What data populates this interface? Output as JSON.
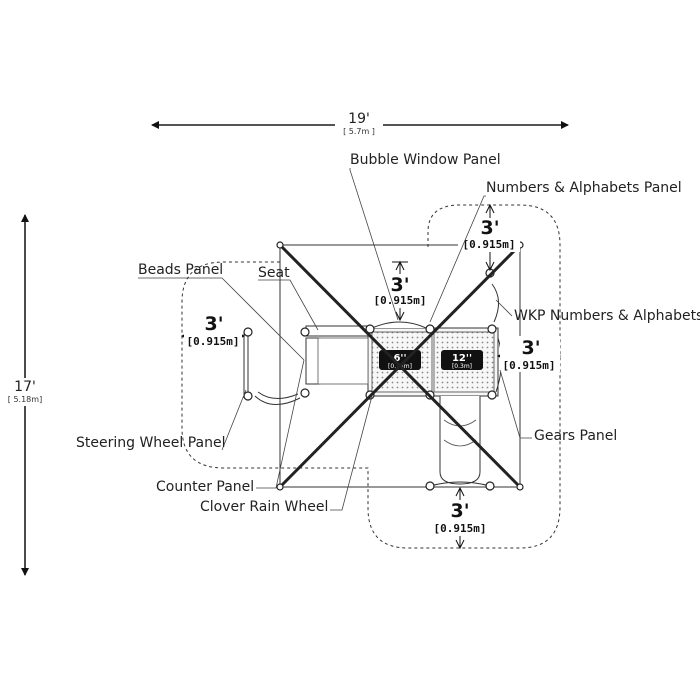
{
  "overall": {
    "width": "19'",
    "width_metric": "[ 5.7m ]",
    "depth": "17'",
    "depth_metric": "[ 5.18m]"
  },
  "labels": {
    "bubble_window_panel": "Bubble Window Panel",
    "numbers_alphabets_panel": "Numbers & Alphabets Panel",
    "beads_panel": "Beads Panel",
    "seat": "Seat",
    "wkp_insert": "WKP Numbers & Alphabets Insert",
    "steering_wheel_panel": "Steering Wheel Panel",
    "gears_panel": "Gears Panel",
    "counter_panel": "Counter Panel",
    "clover_rain_wheel": "Clover Rain Wheel"
  },
  "clearances": {
    "top_center": {
      "feet": "3'",
      "metric": "[0.915m]"
    },
    "top_right": {
      "feet": "3'",
      "metric": "[0.915m]"
    },
    "left": {
      "feet": "3'",
      "metric": "[0.915m]"
    },
    "right": {
      "feet": "3'",
      "metric": "[0.915m]"
    },
    "bottom": {
      "feet": "3'",
      "metric": "[0.915m]"
    }
  },
  "decks": {
    "left": {
      "height": "6''",
      "metric": "[0.15m]"
    },
    "right": {
      "height": "12''",
      "metric": "[0.3m]"
    }
  }
}
